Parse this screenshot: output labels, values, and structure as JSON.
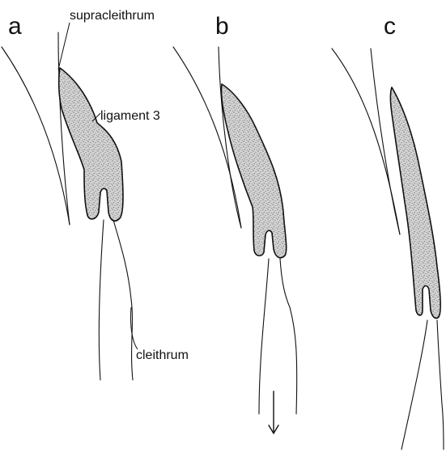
{
  "panels": {
    "a": {
      "letter": "a"
    },
    "b": {
      "letter": "b"
    },
    "c": {
      "letter": "c"
    }
  },
  "labels": {
    "supracleithrum": "supracleithrum",
    "ligament": "ligament 3",
    "cleithrum": "cleithrum"
  },
  "colors": {
    "ink": "#111111",
    "stipple_fill": "#b9b9b9",
    "background": "#ffffff"
  },
  "icons": {
    "arrow": "arrow-down-icon"
  }
}
